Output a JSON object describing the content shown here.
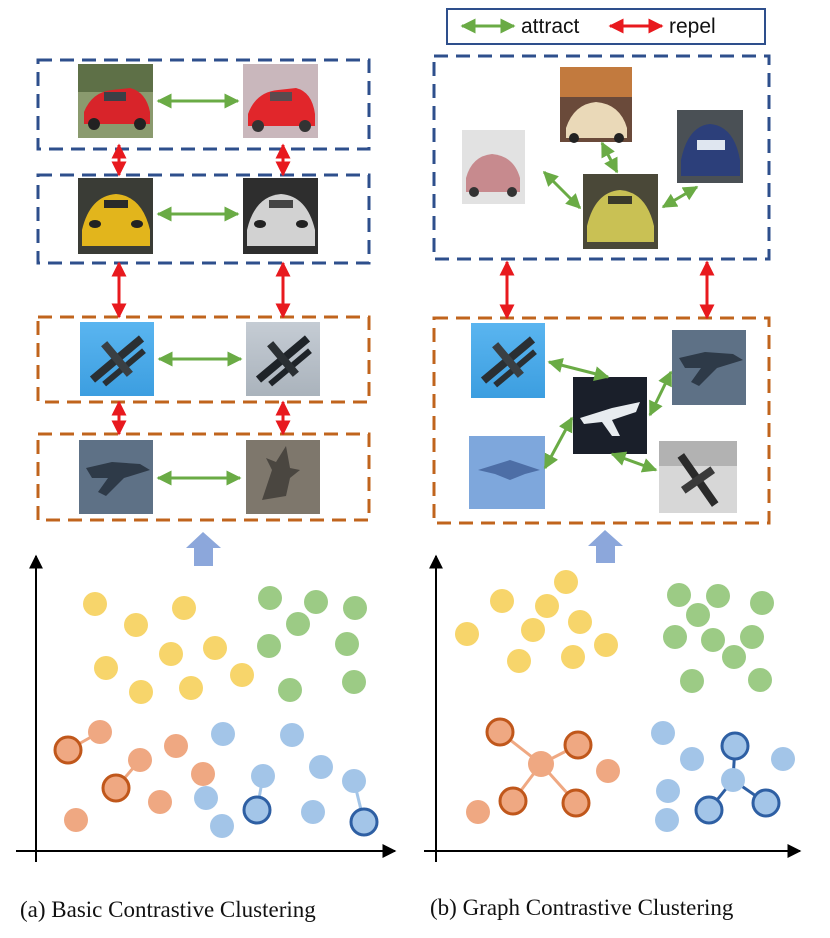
{
  "legend": {
    "attract_label": "attract",
    "repel_label": "repel"
  },
  "captions": {
    "left": "(a) Basic Contrastive Clustering",
    "right": "(b) Graph Contrastive Clustering"
  },
  "colors": {
    "attract": "#6aab45",
    "repel": "#e8191e",
    "car_box": "#2e4f8c",
    "plane_box": "#c0641d",
    "yellow": "#f7d56b",
    "green": "#9ccb85",
    "orange": "#efa882",
    "blue": "#a3c5e8",
    "orange_ring": "#c0571b",
    "blue_ring": "#2e5fa3",
    "arrow_up": "#8ca7db"
  },
  "icons": {
    "thumbnails": [
      "red-car-icon",
      "yellow-car-icon",
      "biplane-icon",
      "jet-silhouette-icon",
      "pink-car-icon",
      "white-car-icon",
      "blue-car-icon",
      "private-jet-icon",
      "stealth-bomber-icon"
    ]
  }
}
